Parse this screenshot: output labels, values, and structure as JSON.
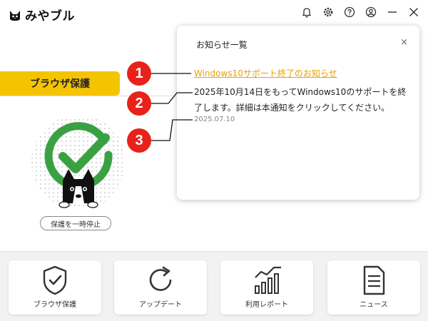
{
  "app": {
    "name": "みやブル"
  },
  "titlebar": {
    "icons": [
      "bell-icon",
      "gear-icon",
      "help-icon",
      "account-icon",
      "minimize-icon",
      "close-icon"
    ]
  },
  "sidebar": {
    "active_tab": "ブラウザ保護"
  },
  "protection": {
    "status": "protected",
    "pause_button": "保護を一時停止"
  },
  "notice": {
    "title": "お知らせ一覧",
    "close": "×",
    "item": {
      "link": "Windows10サポート終了のお知らせ",
      "body": "2025年10月14日をもってWindows10のサポートを終了します。詳細は本通知をクリックしてください。",
      "date": "2025.07.10"
    }
  },
  "callouts": [
    "1",
    "2",
    "3"
  ],
  "bottom_nav": [
    {
      "label": "ブラウザ保護",
      "icon": "shield-check-icon"
    },
    {
      "label": "アップデート",
      "icon": "refresh-icon"
    },
    {
      "label": "利用レポート",
      "icon": "bar-chart-icon"
    },
    {
      "label": "ニュース",
      "icon": "document-icon"
    }
  ],
  "colors": {
    "accent": "#f5c400",
    "link": "#e8a200",
    "check": "#3aa142",
    "marker": "#e8221a"
  }
}
